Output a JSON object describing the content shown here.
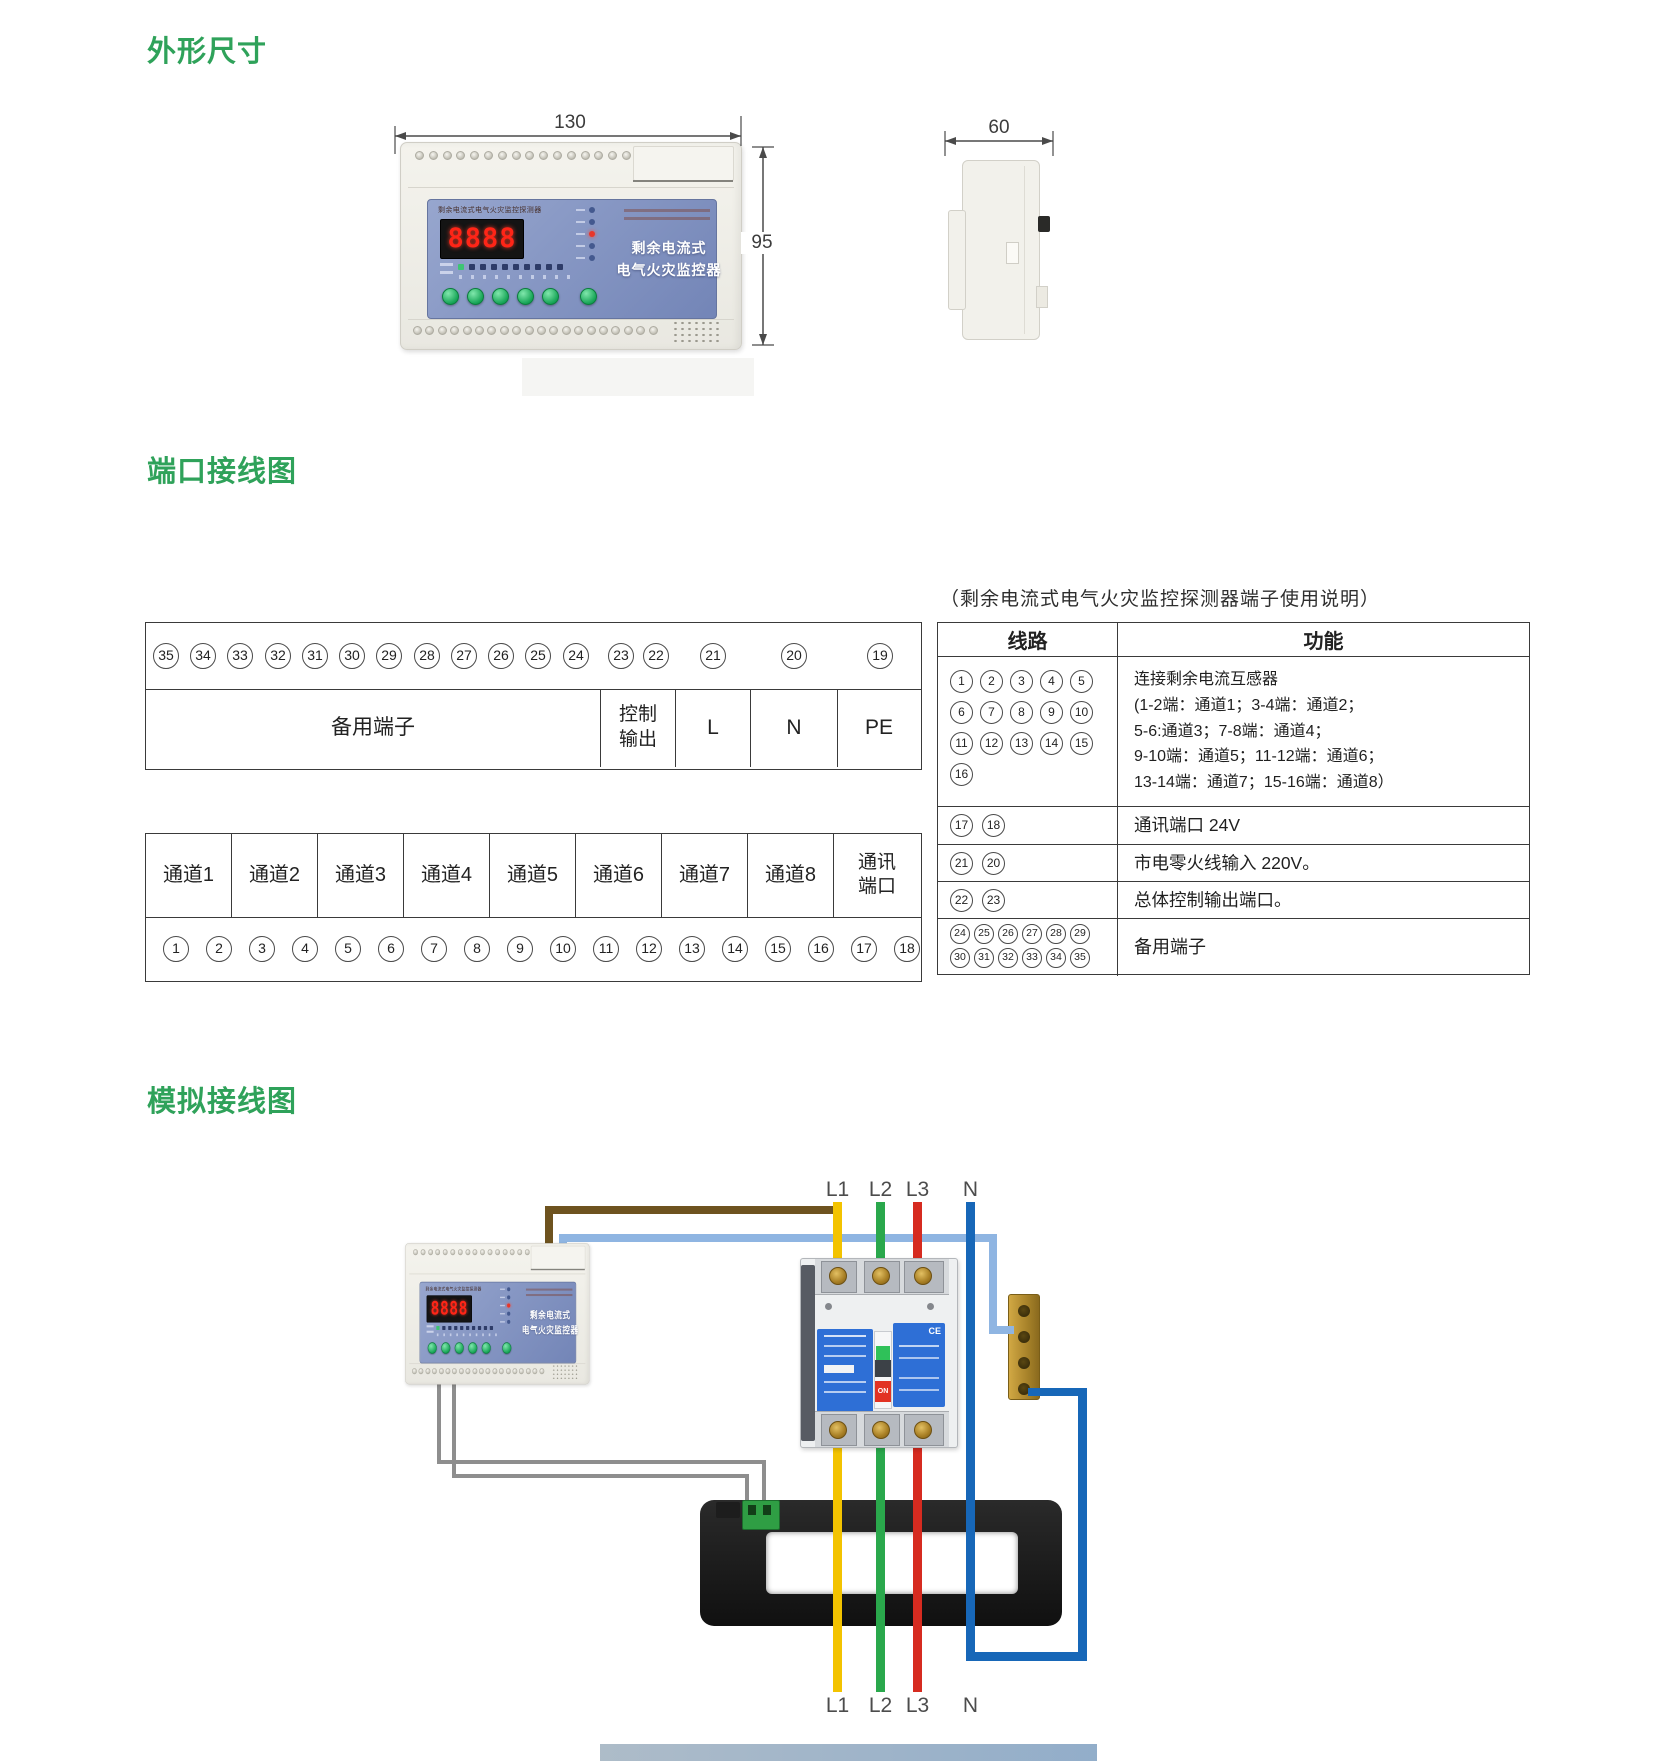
{
  "sections": {
    "outline": {
      "title": "外形尺寸",
      "dims": {
        "width": "130",
        "height": "95",
        "depth": "60"
      }
    },
    "ports": {
      "title": "端口接线图",
      "note": "（剩余电流式电气火灾监控探测器端子使用说明）",
      "top_table": {
        "terminals": [
          "35",
          "34",
          "33",
          "32",
          "31",
          "30",
          "29",
          "28",
          "27",
          "26",
          "25",
          "24",
          "23",
          "22",
          "21",
          "20",
          "19"
        ],
        "cells": [
          "备用端子",
          "控制\n输出",
          "L",
          "N",
          "PE"
        ]
      },
      "bottom_table": {
        "cells": [
          "通道1",
          "通道2",
          "通道3",
          "通道4",
          "通道5",
          "通道6",
          "通道7",
          "通道8",
          "通讯\n端口"
        ],
        "terminals": [
          "1",
          "2",
          "3",
          "4",
          "5",
          "6",
          "7",
          "8",
          "9",
          "10",
          "11",
          "12",
          "13",
          "14",
          "15",
          "16",
          "17",
          "18"
        ]
      },
      "legend": {
        "headers": [
          "线路",
          "功能"
        ],
        "rows": [
          {
            "terminals": [
              "1",
              "2",
              "3",
              "4",
              "5",
              "6",
              "7",
              "8",
              "9",
              "10",
              "11",
              "12",
              "13",
              "14",
              "15",
              "16"
            ],
            "per_row": 5,
            "functions": [
              "连接剩余电流互感器",
              "(1-2端：通道1；3-4端：通道2；",
              "5-6:通道3；7-8端：通道4；",
              "9-10端：通道5；11-12端：通道6；",
              "13-14端：通道7；15-16端：通道8）"
            ]
          },
          {
            "terminals": [
              "17",
              "18"
            ],
            "per_row": 9,
            "functions": [
              "通讯端口 24V"
            ]
          },
          {
            "terminals": [
              "21",
              "20"
            ],
            "per_row": 9,
            "functions": [
              "市电零火线输入 220V。"
            ]
          },
          {
            "terminals": [
              "22",
              "23"
            ],
            "per_row": 9,
            "functions": [
              "总体控制输出端口。"
            ]
          },
          {
            "terminals": [
              "24",
              "25",
              "26",
              "27",
              "28",
              "29",
              "30",
              "31",
              "32",
              "33",
              "34",
              "35"
            ],
            "per_row": 6,
            "functions": [
              "备用端子"
            ]
          }
        ]
      }
    },
    "wiring": {
      "title": "模拟接线图",
      "phase_labels_top": [
        "L1",
        "L2",
        "L3",
        "N"
      ],
      "phase_labels_bottom": [
        "L1",
        "L2",
        "L3",
        "N"
      ],
      "breaker": {
        "on_label": "ON",
        "ce_label": "CE"
      }
    }
  },
  "device": {
    "panel_title": "剩余电流式电气火灾监控探测器",
    "display_value": "8888",
    "name_line1": "剩余电流式",
    "name_line2": "电气火灾监控器"
  },
  "colors": {
    "section_title": "#2fa25a",
    "wire_yellow": "#f3c300",
    "wire_green": "#2aa84c",
    "wire_red": "#d62b20",
    "wire_blue": "#1767b8",
    "wire_lightblue": "#8fb5e2",
    "wire_brown": "#6e531f",
    "wire_gray": "#8e8e8e",
    "panel_blue": "#8194c0",
    "busbar": "#b8923a",
    "led_red": "#e33225",
    "button_green": "#2db56a"
  }
}
